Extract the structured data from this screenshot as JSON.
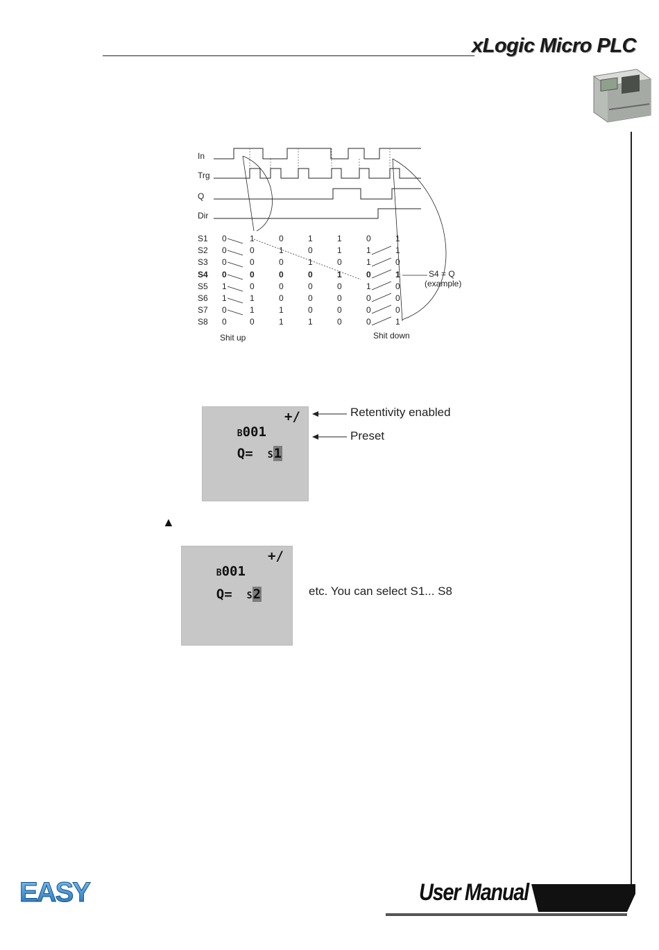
{
  "header": {
    "title": "xLogic Micro PLC"
  },
  "diagram": {
    "signals": [
      "In",
      "Trg",
      "Q",
      "Dir"
    ],
    "register_labels": [
      "S1",
      "S2",
      "S3",
      "S4",
      "S5",
      "S6",
      "S7",
      "S8"
    ],
    "register_columns": [
      [
        "0",
        "0",
        "0",
        "0",
        "1",
        "1",
        "0",
        "0"
      ],
      [
        "1",
        "0",
        "0",
        "0",
        "0",
        "1",
        "1",
        "0"
      ],
      [
        "0",
        "1",
        "0",
        "0",
        "0",
        "0",
        "1",
        "1"
      ],
      [
        "1",
        "0",
        "1",
        "0",
        "0",
        "0",
        "0",
        "1"
      ],
      [
        "1",
        "1",
        "0",
        "1",
        "0",
        "0",
        "0",
        "0"
      ],
      [
        "0",
        "1",
        "1",
        "0",
        "1",
        "0",
        "0",
        "0"
      ],
      [
        "1",
        "1",
        "0",
        "1",
        "0",
        "0",
        "0",
        "1"
      ]
    ],
    "s4_note": "S4 = Q",
    "s4_note_sub": "(example)",
    "caption_left": "Shit up",
    "caption_right": "Shit down"
  },
  "screen1": {
    "block": "B",
    "block_num": "001",
    "flag": "+/",
    "q_label": "Q=",
    "s_prefix": "S",
    "s_value": "1",
    "note_retentivity": "Retentivity enabled",
    "note_preset": "Preset"
  },
  "key_symbol": "▲",
  "screen2": {
    "block": "B",
    "block_num": "001",
    "flag": "+/",
    "q_label": "Q=",
    "s_prefix": "S",
    "s_value": "2",
    "note": "etc. You can select S1... S8"
  },
  "footer": {
    "logo": "EASY",
    "manual": "User Manual"
  }
}
